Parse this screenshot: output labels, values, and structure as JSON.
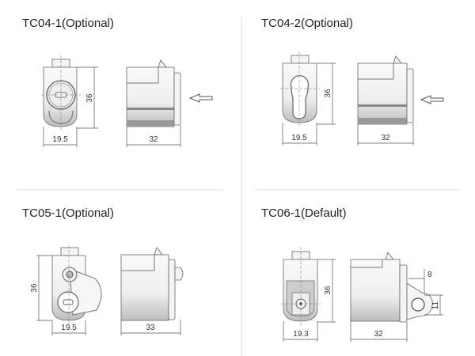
{
  "panels": [
    {
      "title": "TC04-1(Optional)",
      "height_dim": "36",
      "front_width_dim": "19.5",
      "side_length_dim": "32"
    },
    {
      "title": "TC04-2(Optional)",
      "height_dim": "36",
      "front_width_dim": "19.5",
      "side_length_dim": "32"
    },
    {
      "title": "TC05-1(Optional)",
      "height_dim": "36",
      "front_width_dim": "19.5",
      "side_length_dim": "33"
    },
    {
      "title": "TC06-1(Default)",
      "height_dim": "36",
      "front_width_dim": "19.3",
      "side_length_dim": "32",
      "loop_offset_dim": "8",
      "loop_diameter_dim": "11"
    }
  ]
}
